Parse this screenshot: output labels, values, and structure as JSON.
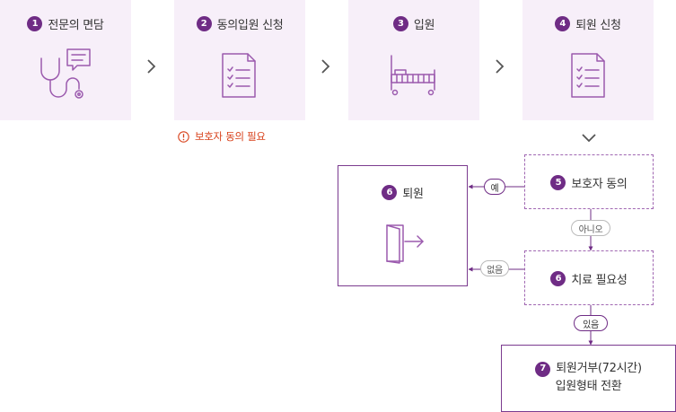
{
  "steps": [
    {
      "num": "1",
      "label": "전문의 면담",
      "icon": "stethoscope-chat-icon"
    },
    {
      "num": "2",
      "label": "동의입원 신청",
      "icon": "form-document-icon"
    },
    {
      "num": "3",
      "label": "입원",
      "icon": "hospital-bed-icon"
    },
    {
      "num": "4",
      "label": "퇴원 신청",
      "icon": "form-document-icon"
    }
  ],
  "notice": {
    "text": "보호자 동의 필요",
    "icon": "exclamation-circle-icon"
  },
  "consent": {
    "num": "5",
    "label": "보호자 동의"
  },
  "discharge": {
    "num": "6",
    "label": "퇴원",
    "icon": "exit-door-icon"
  },
  "treatment": {
    "num": "6",
    "label": "치료 필요성"
  },
  "conversion": {
    "num": "7",
    "line1": "퇴원거부(72시간)",
    "line2": "입원형태 전환"
  },
  "branches": {
    "yes": "예",
    "no": "아니오",
    "none": "없음",
    "exists": "있음"
  },
  "colors": {
    "accent": "#6f2c85",
    "panel": "#f7eff9",
    "warning": "#d8431d",
    "icon": "#9b5aae"
  }
}
